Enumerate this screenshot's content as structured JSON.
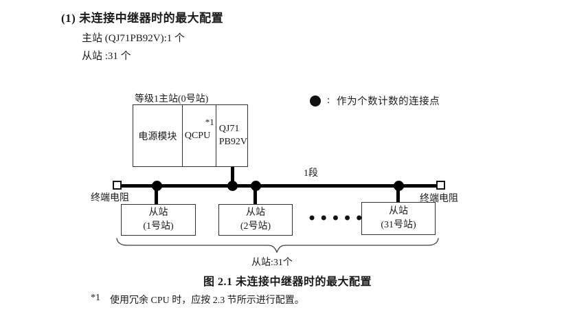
{
  "header": {
    "title": "(1) 未连接中继器时的最大配置",
    "master_line": "主站 (QJ71PB92V):1 个",
    "slave_line": "从站 :31 个"
  },
  "legend": {
    "colon": ":",
    "label": "作为个数计数的连接点"
  },
  "diagram": {
    "master": {
      "label": "等级1主站(0号站)",
      "power_module": "电源模块",
      "cpu": "QCPU",
      "cpu_note_ref": "*1",
      "pb_line1": "QJ71",
      "pb_line2": "PB92V"
    },
    "bus": {
      "segment_label": "1段",
      "left_terminator": "终端电阻",
      "right_terminator": "终端电阻"
    },
    "slaves": [
      {
        "name": "从站",
        "station": "(1号站)"
      },
      {
        "name": "从站",
        "station": "(2号站)"
      },
      {
        "name": "从站",
        "station": "(31号站)"
      }
    ],
    "ellipsis": "••••••",
    "slave_count_label": "从站:31个"
  },
  "caption": "图 2.1 未连接中继器时的最大配置",
  "footnote": {
    "ref": "*1",
    "text": "使用冗余 CPU 时，应按 2.3 节所示进行配置。"
  },
  "colors": {
    "ink": "#1a1a1a",
    "line": "#000000",
    "box_border": "#2e2e2e"
  }
}
